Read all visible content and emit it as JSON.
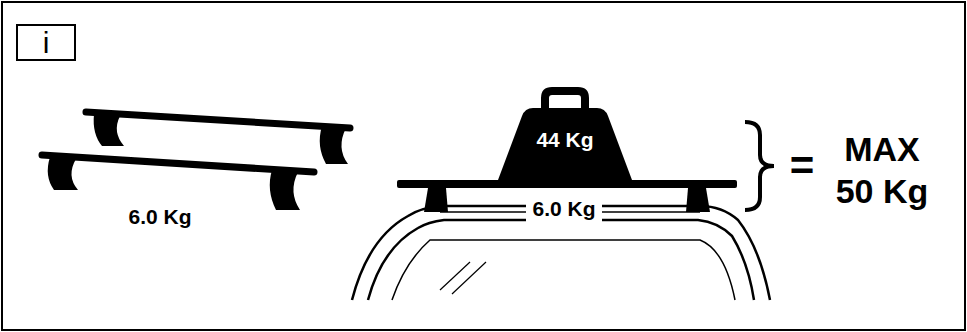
{
  "diagram": {
    "nodes": [
      {
        "text": [
          "i"
        ]
      },
      {
        "text": [
          "44 Kg"
        ]
      }
    ],
    "labels": [
      "6.0 Kg",
      "6.0 Kg",
      "=",
      "MAX 50 Kg"
    ]
  }
}
